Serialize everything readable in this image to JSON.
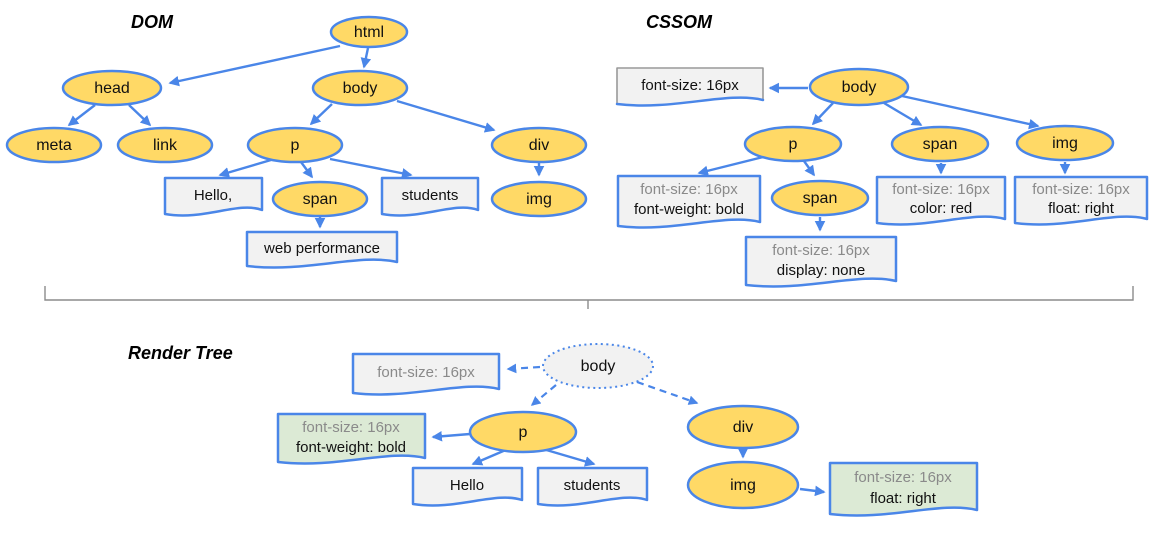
{
  "colors": {
    "node_yellow": "#FFD966",
    "accent_blue": "#4A86E8",
    "box_gray_fill": "#F2F2F2",
    "box_green_fill": "#DCEAD5",
    "muted_text": "#8A8A8A",
    "brace_gray": "#8C8C8C"
  },
  "dom": {
    "title": "DOM",
    "html": "html",
    "head": "head",
    "body": "body",
    "meta": "meta",
    "link": "link",
    "p": "p",
    "div": "div",
    "span": "span",
    "img": "img",
    "hello": "Hello,",
    "students": "students",
    "webperf": "web performance"
  },
  "cssom": {
    "title": "CSSOM",
    "body": "body",
    "p": "p",
    "span": "span",
    "img": "img",
    "span_child": "span",
    "rule_body": "font-size: 16px",
    "rule_p_1": "font-size: 16px",
    "rule_p_2": "font-weight: bold",
    "rule_span_child_1": "font-size: 16px",
    "rule_span_child_2": "display: none",
    "rule_span_1": "font-size: 16px",
    "rule_span_2": "color: red",
    "rule_img_1": "font-size: 16px",
    "rule_img_2": "float: right"
  },
  "render_tree": {
    "title": "Render Tree",
    "body": "body",
    "p": "p",
    "div": "div",
    "img": "img",
    "hello": "Hello",
    "students": "students",
    "style_body": "font-size: 16px",
    "style_p_1": "font-size: 16px",
    "style_p_2": "font-weight: bold",
    "style_img_1": "font-size: 16px",
    "style_img_2": "float: right"
  }
}
